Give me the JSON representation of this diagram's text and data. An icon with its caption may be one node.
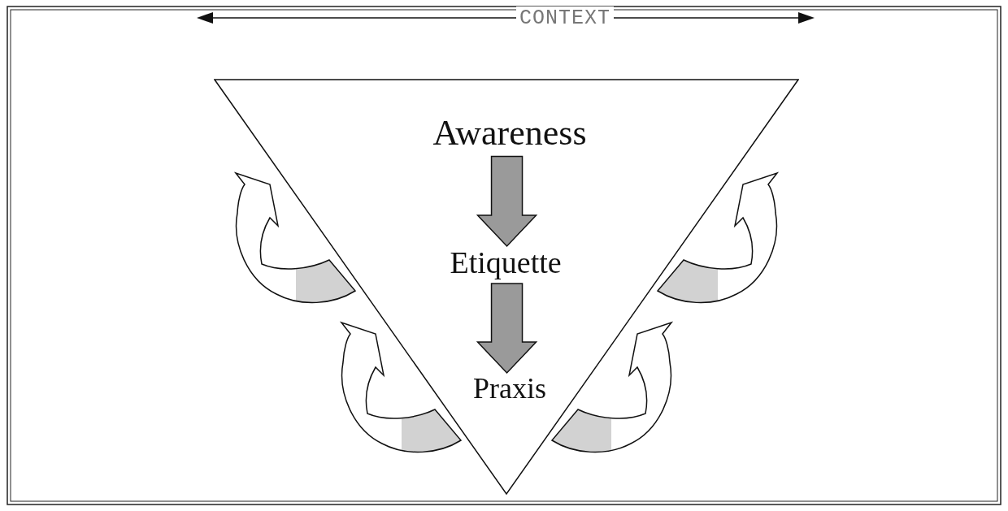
{
  "diagram": {
    "nodes": [
      {
        "text": [],
        "shape": "triangle"
      },
      {
        "text": [
          "Awareness"
        ],
        "in": 0
      },
      {
        "text": [
          "Etiquette"
        ],
        "in": 0
      },
      {
        "text": [
          "Praxis"
        ],
        "in": 0
      }
    ],
    "edges": [
      {
        "from": 1,
        "to": 2,
        "arrow": "to"
      },
      {
        "from": 2,
        "to": 3,
        "arrow": "to"
      }
    ],
    "labels": [
      "CONTEXT"
    ]
  }
}
